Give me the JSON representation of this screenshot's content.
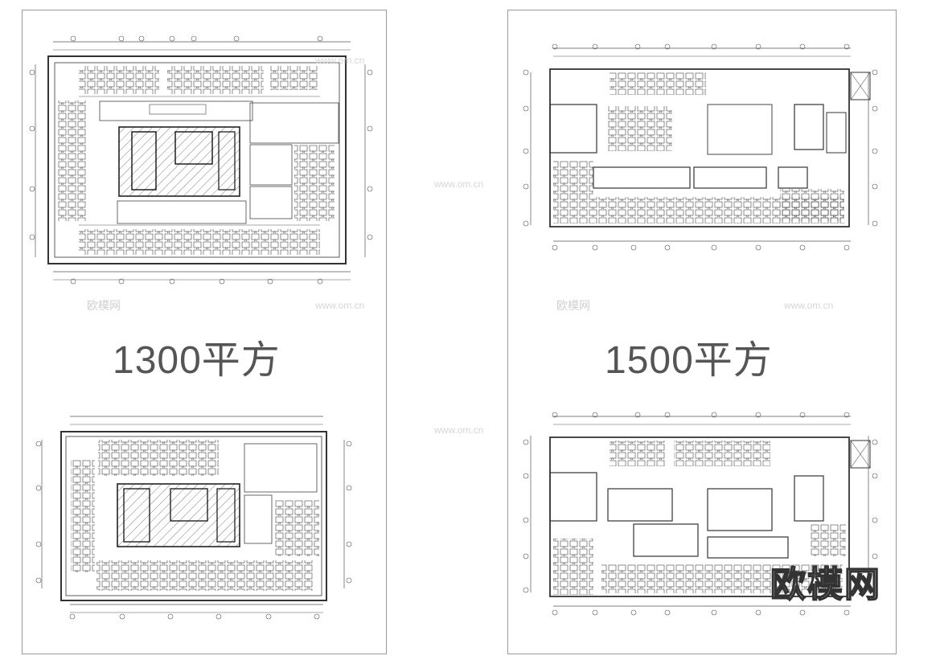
{
  "labels": {
    "left_area": "1300平方",
    "right_area": "1500平方"
  },
  "watermarks": {
    "site_url": "www.om.cn",
    "brand": "欧模网"
  },
  "logo": {
    "text": "欧模网"
  },
  "colors": {
    "line": "#3a3a3a",
    "hatch": "#8c8c8c",
    "core_fill": "#d9d9d9",
    "watermark": "#cfcfcf"
  }
}
